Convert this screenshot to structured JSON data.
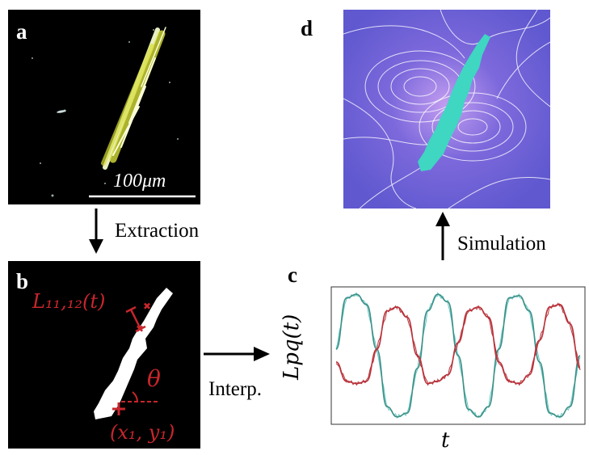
{
  "panels": {
    "a": {
      "letter": "a",
      "scale_bar_label": "100μm"
    },
    "b": {
      "letter": "b",
      "length_label": "L₁₁,₁₂(t)",
      "angle_label": "θ",
      "point_label": "(x₁, y₁)"
    },
    "c": {
      "letter": "c",
      "ylabel": "Lpq(t)",
      "xlabel": "t"
    },
    "d": {
      "letter": "d"
    }
  },
  "arrows": {
    "extraction": "Extraction",
    "interp": "Interp.",
    "simulation": "Simulation"
  },
  "colors": {
    "panel_black": "#000000",
    "crystal_yellow": "#d8df3a",
    "marker_red": "#c8262c",
    "sim_background": "#6d5fd6",
    "flow_lines": "#ffffff",
    "swimmer_teal": "#3fd6c2",
    "curve_teal": "#3c8f86",
    "curve_red": "#b8323a",
    "curve_cyan_noisy": "#62c6c2"
  },
  "chart_data": {
    "type": "line",
    "xlabel": "t",
    "ylabel": "Lpq(t)",
    "grid": false,
    "series": [
      {
        "name": "",
        "values": [
          0.55,
          0.95,
          0.98,
          0.9,
          0.55,
          0.1,
          0.02,
          0.05,
          0.4,
          0.85,
          0.98,
          0.92,
          0.5,
          0.08,
          0.02,
          0.1,
          0.55,
          0.95,
          0.97,
          0.85,
          0.45,
          0.05,
          0.02,
          0.1,
          0.5
        ]
      },
      {
        "name": "",
        "values": [
          0.45,
          0.3,
          0.28,
          0.3,
          0.55,
          0.85,
          0.88,
          0.8,
          0.5,
          0.28,
          0.3,
          0.35,
          0.6,
          0.85,
          0.88,
          0.8,
          0.45,
          0.3,
          0.28,
          0.35,
          0.62,
          0.88,
          0.9,
          0.75,
          0.4
        ]
      }
    ]
  }
}
